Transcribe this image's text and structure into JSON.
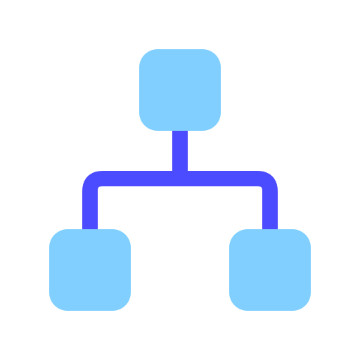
{
  "icon": {
    "name": "hierarchy-icon",
    "colors": {
      "background": "#ffffff",
      "node": "#80CFFF",
      "connector": "#4B4BFF"
    },
    "nodes": [
      "root",
      "left-child",
      "right-child"
    ]
  }
}
